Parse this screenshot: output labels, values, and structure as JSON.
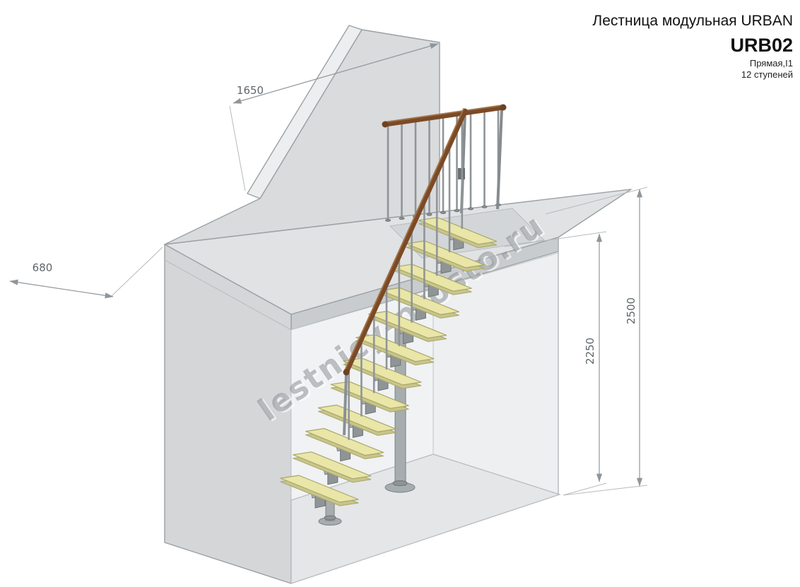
{
  "title_block": {
    "series": "Лестница модульная URBAN",
    "model": "URB02",
    "variant": "Прямая,I1",
    "steps_count": "12 ступеней"
  },
  "dimensions": {
    "d1650": "1650",
    "d680": "680",
    "d2250": "2250",
    "d2500": "2500"
  },
  "watermark": {
    "text": "lestnicy-prosto.ru"
  },
  "stair": {
    "steps_total": 12
  },
  "colors": {
    "background": "#ffffff",
    "wall_fill": "#d9dbdd",
    "landing_fill": "#e0e2e4",
    "step_fill": "#e9e6a8",
    "handrail_brown": "#7b4a26",
    "metal_gray": "#9aa0a3",
    "dimension_gray": "#8f969b",
    "watermark_gray": "#8b9095"
  }
}
